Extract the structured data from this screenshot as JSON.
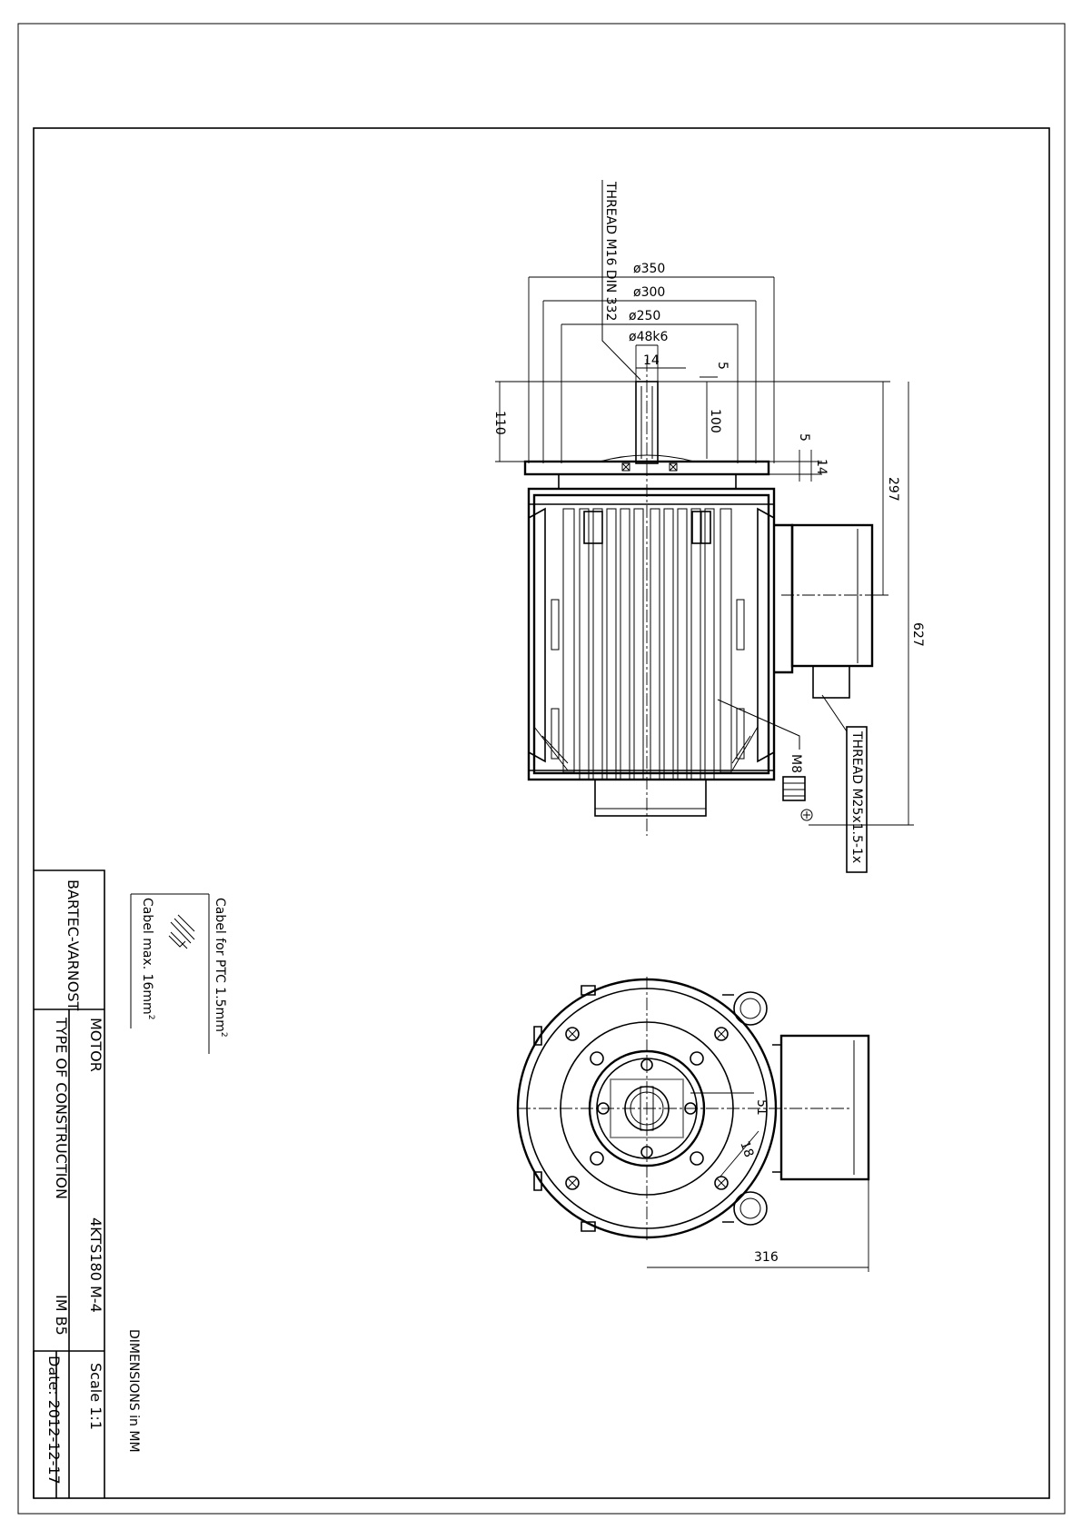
{
  "title_block": {
    "company": "BARTEC-VARNOST",
    "product": "MOTOR",
    "model": "4KTS180  M-4",
    "type_label": "TYPE  OF  CONSTRUCTION",
    "mounting": "IM  B5",
    "scale": "Scale  1:1",
    "date": "Date:  2012-12-17"
  },
  "notes": {
    "cable_ptc": "Cabel  for  PTC  1.5mm",
    "cable_max": "Cabel  max.  16mm",
    "sup": "2",
    "units": "DIMENSIONS  in  MM"
  },
  "side_view": {
    "thread_top": "THREAD  M16  DIN  332",
    "thread_box": "THREAD  M25x1.5-1x",
    "bolt": "M8",
    "dims": {
      "d350": "ø350",
      "d300": "ø300",
      "d250": "ø250",
      "d48": "ø48k6",
      "key14": "14",
      "key5": "5",
      "shaft110": "110",
      "key100": "100",
      "flange5": "5",
      "flange14": "14",
      "len297": "297",
      "len627": "627"
    }
  },
  "end_view": {
    "dims": {
      "d51": "51",
      "d18": "18",
      "d316": "316"
    }
  }
}
